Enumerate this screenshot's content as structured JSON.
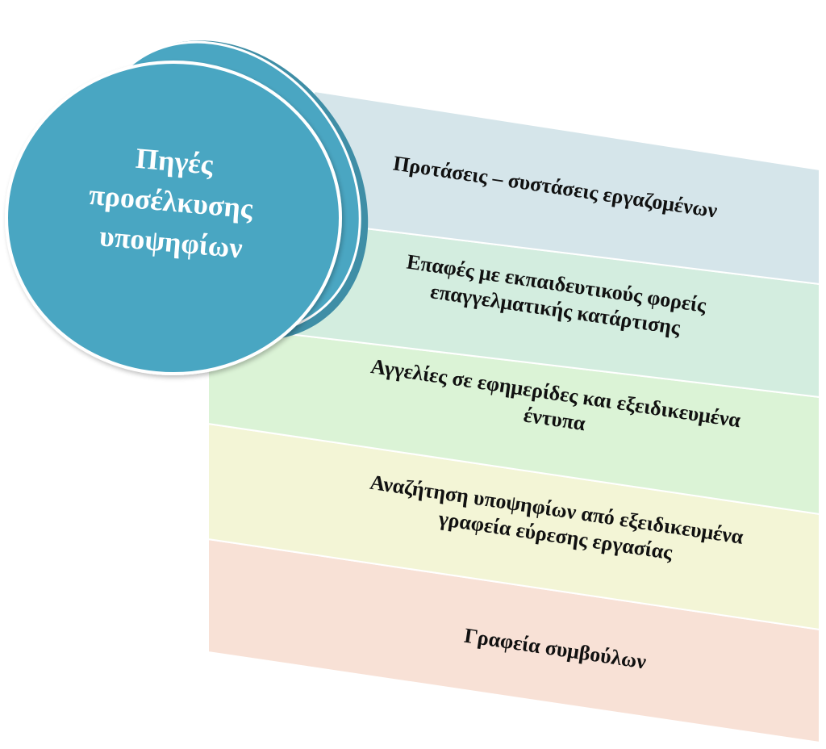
{
  "center": {
    "lines": [
      "Πηγές",
      "προσέλκυσης",
      "υποψηφίων"
    ],
    "color": "#4aa6c2"
  },
  "items": [
    {
      "lines": [
        "Προτάσεις – συστάσεις εργαζομένων"
      ],
      "color": "#d5e5ea"
    },
    {
      "lines": [
        "Επαφές με εκπαιδευτικούς φορείς",
        "επαγγελματικής κατάρτισης"
      ],
      "color": "#d3eddf"
    },
    {
      "lines": [
        "Αγγελίες σε εφημερίδες και εξειδικευμένα",
        "έντυπα"
      ],
      "color": "#dbf3d6"
    },
    {
      "lines": [
        "Αναζήτηση υποψηφίων από εξειδικευμένα",
        "γραφεία εύρεσης εργασίας"
      ],
      "color": "#f3f5d6"
    },
    {
      "lines": [
        "Γραφεία συμβούλων"
      ],
      "color": "#f8e1d6"
    }
  ]
}
